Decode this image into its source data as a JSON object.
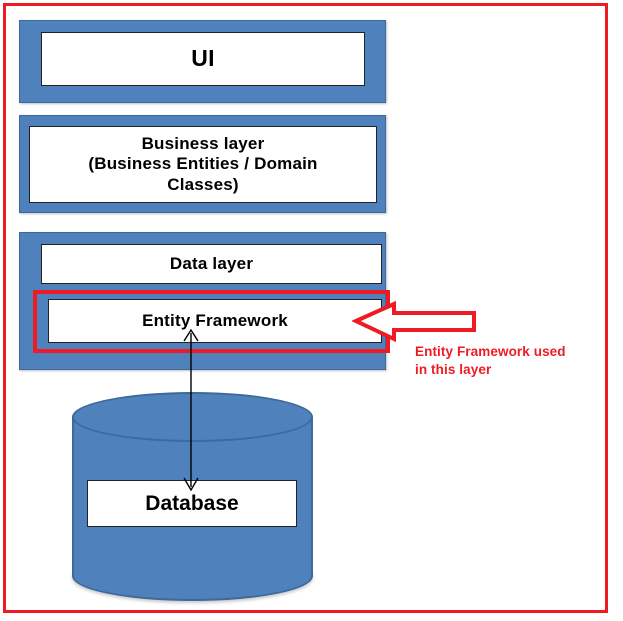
{
  "diagram": {
    "title": "Entity Framework layered architecture",
    "colors": {
      "layer_blue": "#4f81bd",
      "layer_border": "#3d6a9a",
      "annotation_red": "#ee1b24",
      "box_fill": "#ffffff",
      "text_black": "#000000"
    },
    "frame": {
      "style": "solid red rectangle border"
    },
    "layers": [
      {
        "id": "ui",
        "label": "UI"
      },
      {
        "id": "business",
        "label": "Business layer\n(Business Entities / Domain Classes)",
        "line1": "Business layer",
        "line2": "(Business Entities / Domain",
        "line3": "Classes)"
      },
      {
        "id": "data",
        "label": "Data layer"
      },
      {
        "id": "entity_framework",
        "label": "Entity Framework"
      }
    ],
    "store": {
      "id": "database",
      "label": "Database",
      "shape": "cylinder"
    },
    "annotation": {
      "line1": "Entity Framework used",
      "line2": "in this layer",
      "arrow": "left-pointing-block-arrow",
      "highlight_target": "Entity Framework"
    },
    "connector": {
      "from": "Entity Framework",
      "to": "Database",
      "style": "double-headed vertical arrow"
    }
  }
}
